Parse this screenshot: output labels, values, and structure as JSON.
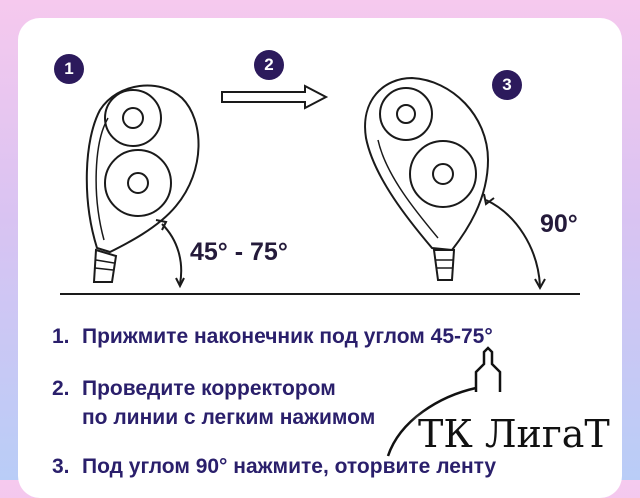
{
  "steps_badges": [
    "1",
    "2",
    "3"
  ],
  "angles": {
    "left": "45° - 75°",
    "right": "90°"
  },
  "instructions": [
    {
      "num": "1.",
      "line1": "Прижмите наконечник под углом 45-75°",
      "line2": ""
    },
    {
      "num": "2.",
      "line1": "Проведите корректором",
      "line2": "по линии с легким нажимом"
    },
    {
      "num": "3.",
      "line1": "Под углом 90° нажмите, оторвите ленту",
      "line2": ""
    }
  ],
  "watermark": {
    "text": "ТК ЛигаТ"
  },
  "colors": {
    "badge": "#2c1a5c",
    "text": "#2a1f6b",
    "line": "#1a1a1a",
    "background_top": "#f6c9ee",
    "background_bottom": "#b9cdf7"
  }
}
